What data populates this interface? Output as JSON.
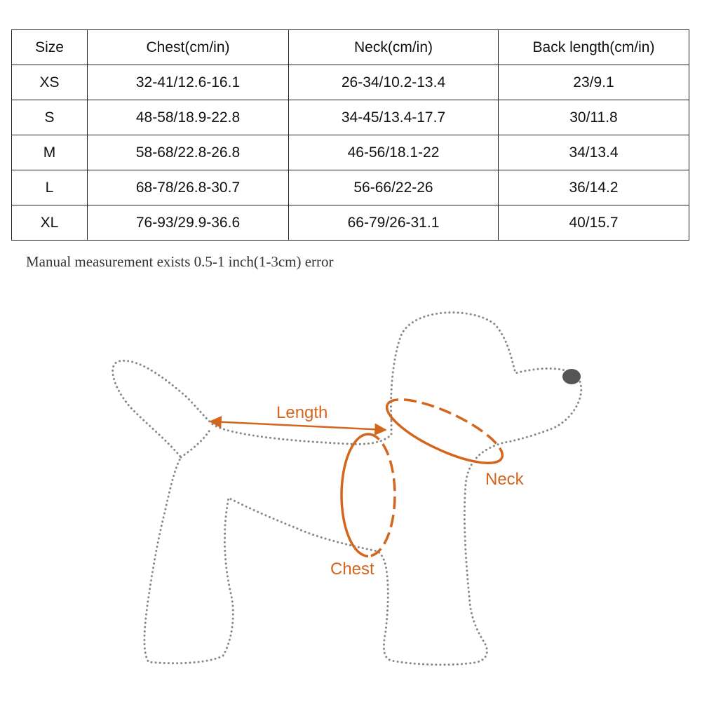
{
  "size_chart": {
    "headers": [
      "Size",
      "Chest(cm/in)",
      "Neck(cm/in)",
      "Back length(cm/in)"
    ],
    "rows": [
      [
        "XS",
        "32-41/12.6-16.1",
        "26-34/10.2-13.4",
        "23/9.1"
      ],
      [
        "S",
        "48-58/18.9-22.8",
        "34-45/13.4-17.7",
        "30/11.8"
      ],
      [
        "M",
        "58-68/22.8-26.8",
        "46-56/18.1-22",
        "34/13.4"
      ],
      [
        "L",
        "68-78/26.8-30.7",
        "56-66/22-26",
        "36/14.2"
      ],
      [
        "XL",
        "76-93/29.9-36.6",
        "66-79/26-31.1",
        "40/15.7"
      ]
    ]
  },
  "note": "Manual measurement exists 0.5-1 inch(1-3cm) error",
  "diagram": {
    "labels": {
      "length": "Length",
      "neck": "Neck",
      "chest": "Chest"
    },
    "colors": {
      "measure": "#d4651c",
      "outline": "#888888",
      "nose": "#555555"
    }
  }
}
